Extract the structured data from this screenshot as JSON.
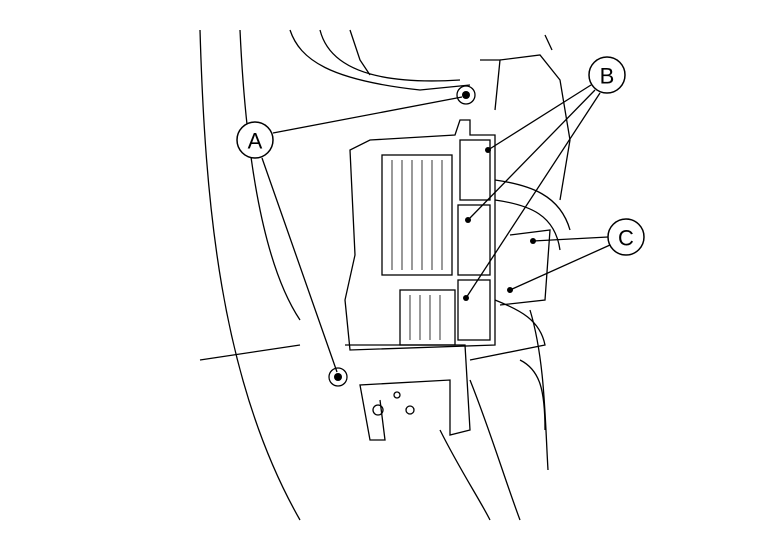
{
  "callouts": [
    {
      "id": "A",
      "label": "A"
    },
    {
      "id": "B",
      "label": "B"
    },
    {
      "id": "C",
      "label": "C"
    }
  ]
}
